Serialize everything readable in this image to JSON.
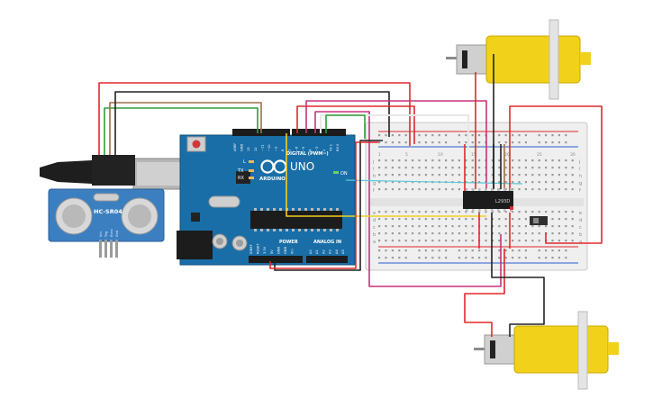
{
  "sensor": {
    "model_label": "HC-SR04",
    "pin_labels": [
      "Vcc",
      "Trig",
      "Echo",
      "Gnd"
    ]
  },
  "arduino": {
    "brand_label": "ARDUINO",
    "model_label": "UNO",
    "digital_header_label": "DIGITAL (PWM~)",
    "power_label": "POWER",
    "analog_label": "ANALOG IN",
    "on_label": "ON",
    "tx_label": "TX",
    "rx_label": "RX",
    "l_label": "L",
    "top_pins": [
      "AREF",
      "GND",
      "13",
      "12",
      "~11",
      "~10",
      "~9",
      "8",
      "7",
      "~6",
      "~5",
      "4",
      "~3",
      "2",
      "TX 1",
      "RX 0"
    ],
    "power_pins": [
      "IOREF",
      "RESET",
      "3.3V",
      "5V",
      "GND",
      "GND",
      "Vin"
    ],
    "analog_pins": [
      "A0",
      "A1",
      "A2",
      "A3",
      "A4",
      "A5"
    ]
  },
  "breadboard": {
    "row_letters_top": [
      "j",
      "i",
      "h",
      "g",
      "f"
    ],
    "row_letters_bottom": [
      "e",
      "d",
      "c",
      "b",
      "a"
    ],
    "column_numbers": [
      "1",
      "5",
      "10",
      "15",
      "20",
      "25",
      "30"
    ]
  },
  "driver_chip": {
    "label": "L293D"
  },
  "colors": {
    "red": "#e0282e",
    "black": "#222222",
    "brown": "#a0714a",
    "green": "#2e9e3e",
    "yellow": "#f0d020",
    "magenta": "#c8327a",
    "cyan": "#5cc8d8",
    "white_wire": "#e8e8e8",
    "arduino_blue": "#1a6ea8",
    "motor_yellow": "#f2d11a",
    "sensor_blue": "#3b7fc1"
  }
}
